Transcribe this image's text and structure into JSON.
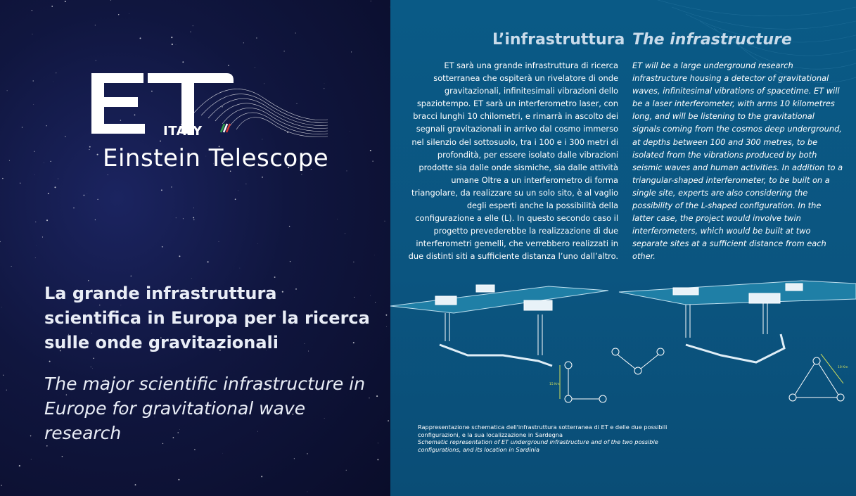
{
  "colors": {
    "left_bg": "#0c1034",
    "right_bg": "#0b5a86",
    "text": "#ffffff",
    "title": "#c9dbea",
    "accent": "#d7e35a"
  },
  "logo": {
    "initials": "ET",
    "country": "ITALY",
    "name": "Einstein Telescope"
  },
  "left": {
    "headline_it": "La grande infrastruttura scientifica in Europa per la ricerca sulle onde gravitazionali",
    "headline_en": "The major scientific infrastructure in Europe for gravitational wave research"
  },
  "right": {
    "title_it": "L’infrastruttura",
    "title_en": "The infrastructure",
    "body_it": "ET sarà una grande infrastruttura di ricerca sotterranea che ospiterà un rivelatore di onde gravitazionali, infinitesimali vibrazioni dello spaziotempo. ET sarà un interferometro laser, con bracci lunghi 10 chilometri, e rimarrà in ascolto dei segnali gravitazionali in arrivo dal cosmo immerso nel silenzio del sottosuolo, tra i 100 e i 300 metri di profondità, per essere isolato dalle vibrazioni prodotte sia dalle onde sismiche, sia dalle attività umane Oltre a un interferometro di forma triangolare, da realizzare su un solo sito, è al vaglio degli esperti anche la possibilità della configurazione a elle (L). In questo secondo caso il progetto prevederebbe la realizzazione di due interferometri gemelli, che verrebbero realizzati in due distinti siti a sufficiente distanza l’uno dall’altro.",
    "body_en": "ET will be a large underground research infrastructure housing a detector of gravitational waves, infinitesimal vibrations of spacetime. ET will be a laser interferometer, with arms 10 kilometres long, and will be listening to the gravitational signals coming from the cosmos deep underground, at depths between 100 and 300 metres, to be isolated from the vibrations produced by both seismic waves and human activities. In addition to a triangular-shaped interferometer, to be built on a single site, experts are also considering the possibility of the L-shaped configuration. In the latter case, the project would involve twin interferometers, which would be built at two separate sites at a sufficient distance from each other.",
    "caption_it": "Rappresentazione schematica dell'infrastruttura sotterranea di ET e delle due possibili configurazioni, e la sua localizzazione in Sardegna",
    "caption_en": "Schematic representation of ET underground infrastructure and of the two possible configurations, and its location in Sardinia",
    "arm_label_l": "15 Km",
    "arm_label_triangle": "10 Km"
  }
}
